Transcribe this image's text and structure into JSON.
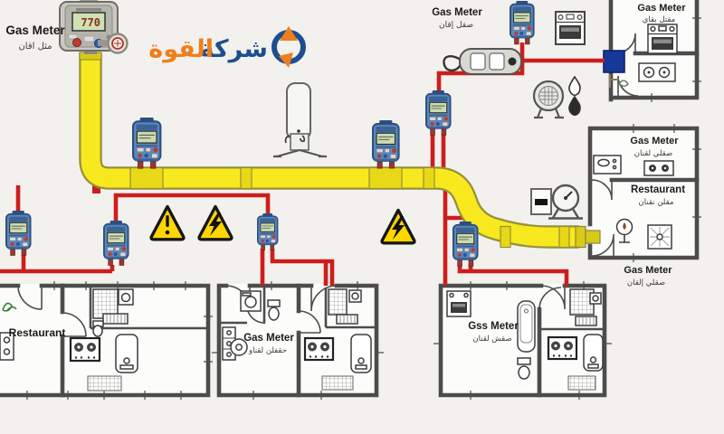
{
  "logo": {
    "word_right": "شركة",
    "word_left": "القوة"
  },
  "labels": {
    "top_left": {
      "en": "Gas Meter",
      "ar": "مثل اقان"
    },
    "top_mid": {
      "en": "Gas Meter",
      "ar": "صقل إقان"
    },
    "bldg_top_right": {
      "en": "Gas Meter",
      "ar": "مقتل بقاي"
    },
    "bldg_right_meter": {
      "en": "Gas Meter",
      "ar": "صقلي لقنان"
    },
    "bldg_right_rest": {
      "en": "Restaurant",
      "ar": "مقلن نقنان"
    },
    "bldg_right_below": {
      "en": "Gas Meter",
      "ar": "صقلي إلقان"
    },
    "bldg_left": {
      "en": "Restaurant"
    },
    "bldg_mid": {
      "en": "Gas Meter",
      "ar": "حقفلن لقناو"
    },
    "bldg_bottom_right": {
      "en": "Gss Meter",
      "ar": "صقش لقنان"
    }
  },
  "meter_display": "770",
  "colors": {
    "pipe_yellow": "#f7e91e",
    "pipe_edge": "#97903a",
    "service_line_red": "#cd1d1d",
    "meter_blue": "#5c87bd",
    "wall_gray": "#4c4c4c",
    "warning_yellow": "#ffd600",
    "logo_orange": "#ef7f1c",
    "logo_navy": "#1d4f8f"
  },
  "icons": [
    "gas-meter-icon",
    "pressure-regulator-icon",
    "gas-cylinder-icon",
    "oven-icon",
    "fan-heater-icon",
    "flame-icon",
    "pressure-gauge-icon",
    "wall-box-icon",
    "valve-icon",
    "hazard-warning-icon",
    "electric-warning-icon"
  ]
}
